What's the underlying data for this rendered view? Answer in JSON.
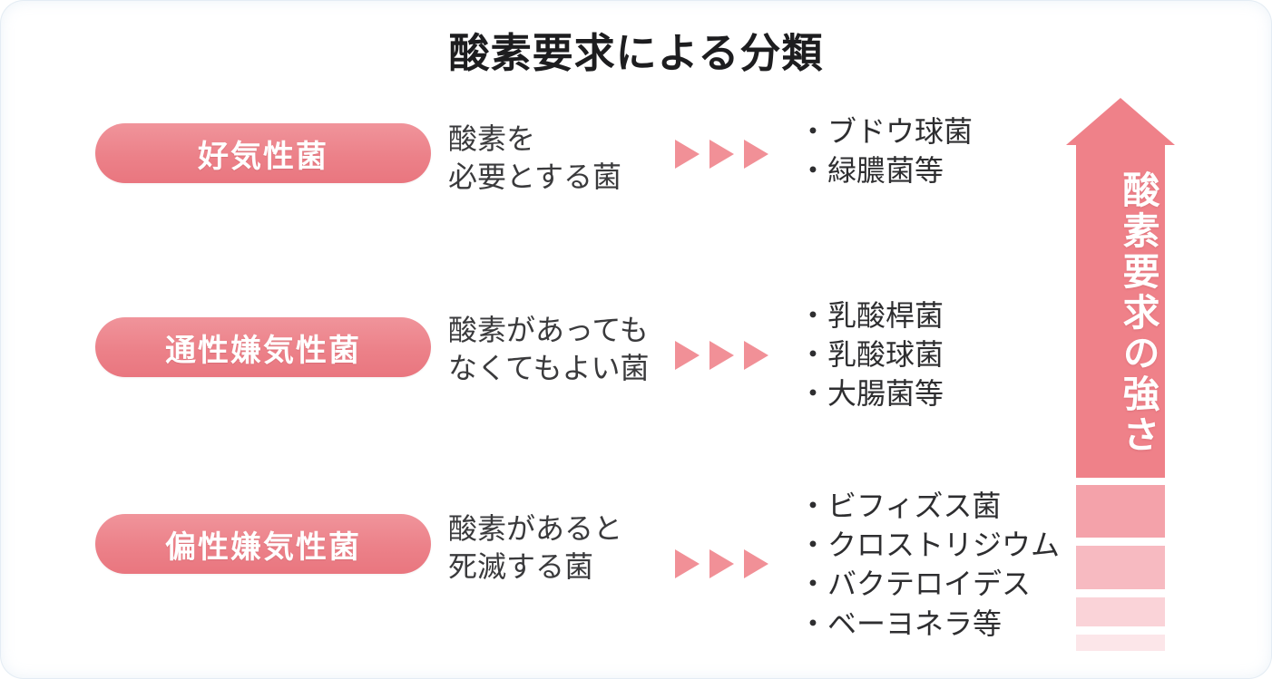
{
  "page": {
    "title": "酸素要求による分類",
    "accent_color": "#ef8189",
    "pill_color": "#ec8189",
    "triangle_color": "#f19097",
    "text_color": "#2e2e30"
  },
  "rows": [
    {
      "pill_label": "好気性菌",
      "description_lines": [
        "酸素を",
        "必要とする菌"
      ],
      "arrow_count": 3,
      "examples": [
        "・ブドウ球菌",
        "・緑膿菌等"
      ]
    },
    {
      "pill_label": "通性嫌気性菌",
      "description_lines": [
        "酸素があっても",
        "なくてもよい菌"
      ],
      "arrow_count": 3,
      "examples": [
        "・乳酸桿菌",
        "・乳酸球菌",
        "・大腸菌等"
      ]
    },
    {
      "pill_label": "偏性嫌気性菌",
      "description_lines": [
        "酸素があると",
        "死滅する菌"
      ],
      "arrow_count": 3,
      "examples": [
        "・ビフィズス菌",
        "・クロストリジウム",
        "・バクテロイデス",
        "・ベーヨネラ等"
      ]
    }
  ],
  "gradient_arrow": {
    "label": "酸素要求の強さ",
    "direction": "up",
    "segments": [
      {
        "color": "#ef8189"
      },
      {
        "color": "#f4a2aa"
      },
      {
        "color": "#f7bac1"
      },
      {
        "color": "#fad3d8"
      },
      {
        "color": "#fce6e9"
      }
    ]
  }
}
